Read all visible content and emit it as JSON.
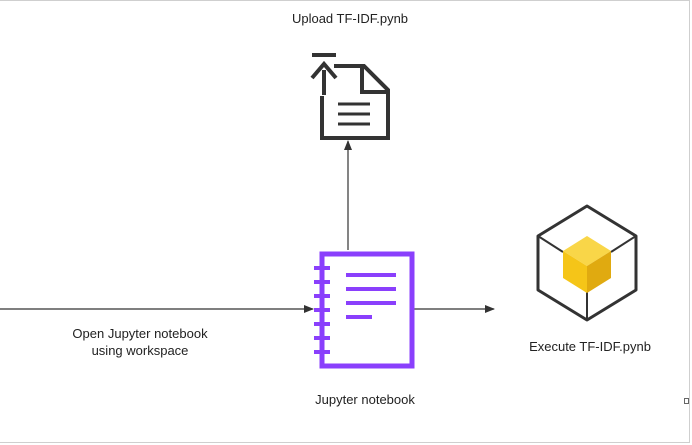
{
  "nodes": {
    "upload": {
      "label": "Upload TF-IDF.pynb",
      "icon": "file-upload-icon"
    },
    "notebook": {
      "label": "Jupyter notebook",
      "icon": "notebook-icon",
      "accent": "#8a3ffc"
    },
    "execute": {
      "label": "Execute TF-IDF.pynb",
      "icon": "cube-icon",
      "accent": "#f5c518"
    }
  },
  "edges": {
    "open": {
      "line1": "Open Jupyter notebook",
      "line2": "using workspace"
    }
  },
  "colors": {
    "stroke": "#333333",
    "notebook_purple": "#8a3ffc",
    "cube_yellow": "#f5c518"
  }
}
